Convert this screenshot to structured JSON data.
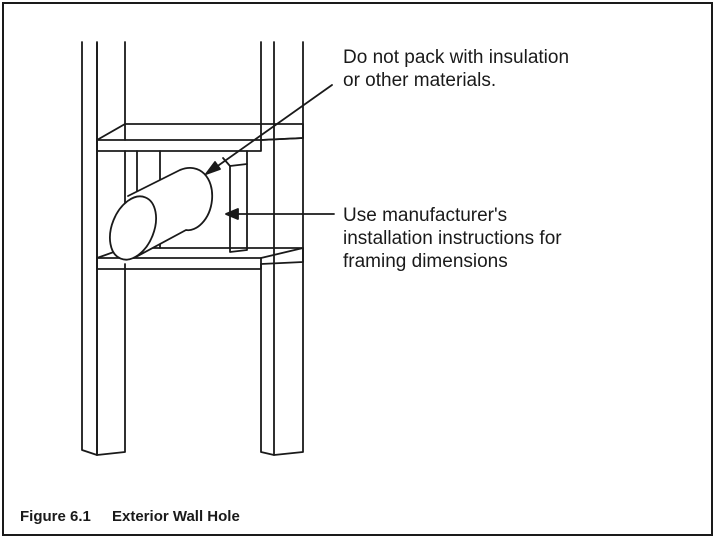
{
  "callouts": {
    "packing_note": "Do not pack with insulation\nor other materials.",
    "framing_note": "Use manufacturer's\ninstallation instructions for\nframing dimensions"
  },
  "figure": {
    "number": "Figure 6.1",
    "title": "Exterior Wall Hole"
  },
  "colors": {
    "line": "#1a1a1a",
    "background": "#ffffff"
  }
}
